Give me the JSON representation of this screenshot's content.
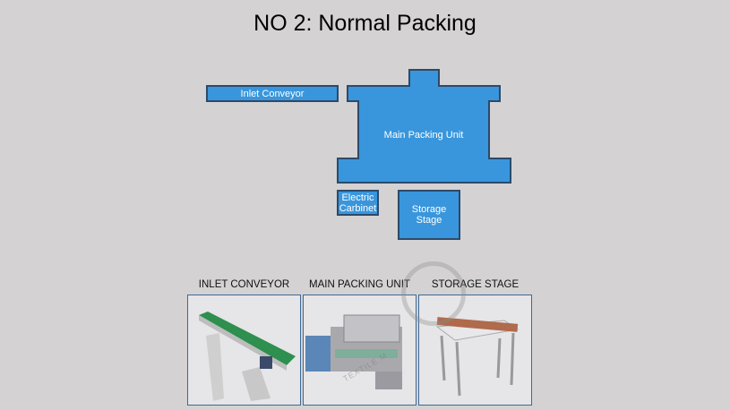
{
  "title": "NO 2: Normal Packing",
  "layout": {
    "inlet_conveyor": "Inlet Conveyor",
    "main_packing_unit": "Main Packing Unit",
    "electric_cabinet": [
      "Electric",
      "Carbinet"
    ],
    "storage_stage": [
      "Storage",
      "Stage"
    ]
  },
  "photos": [
    {
      "caption": "INLET CONVEYOR"
    },
    {
      "caption": "MAIN PACKING UNIT"
    },
    {
      "caption": "STORAGE STAGE"
    }
  ],
  "watermark": "TEXTILE M",
  "colors": {
    "block": "#3996dc",
    "block_border": "#2c4a6a",
    "photo_border": "#3f6a96"
  }
}
